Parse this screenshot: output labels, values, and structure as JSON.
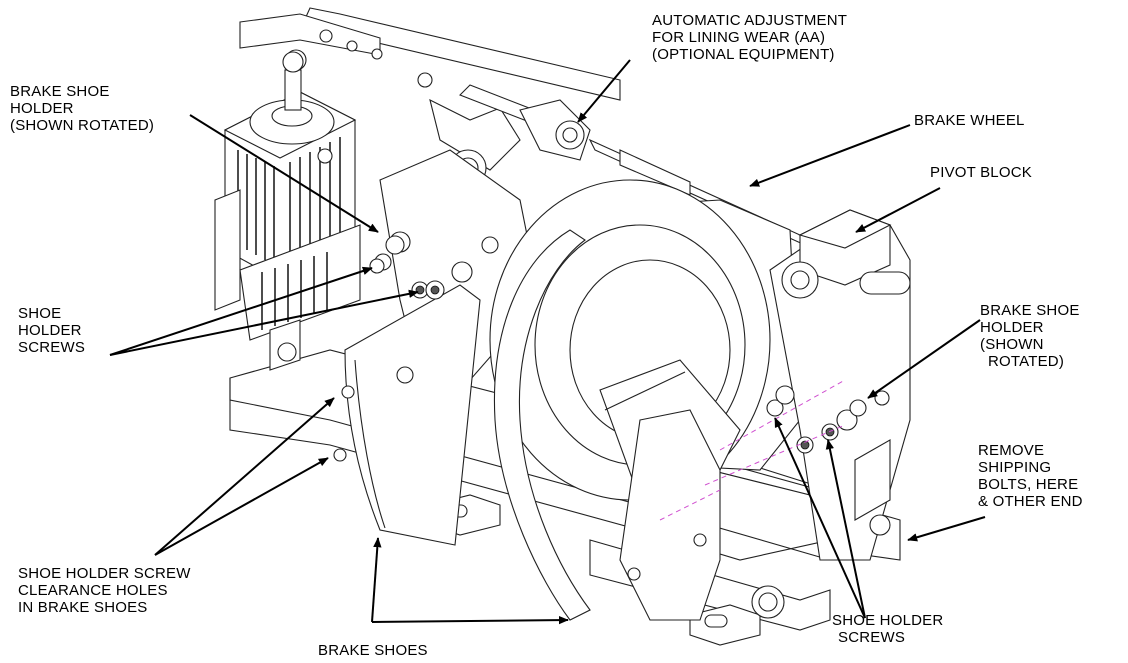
{
  "labels": {
    "automatic_adjustment": [
      "AUTOMATIC ADJUSTMENT",
      "FOR LINING WEAR (AA)",
      "(OPTIONAL EQUIPMENT)"
    ],
    "brake_shoe_holder_left": [
      "BRAKE SHOE",
      "HOLDER",
      "(SHOWN ROTATED)"
    ],
    "brake_wheel": [
      "BRAKE WHEEL"
    ],
    "pivot_block": [
      "PIVOT BLOCK"
    ],
    "shoe_holder_screws_left": [
      "SHOE",
      "HOLDER",
      "SCREWS"
    ],
    "brake_shoe_holder_right": [
      "BRAKE SHOE",
      "HOLDER",
      "(SHOWN",
      "ROTATED)"
    ],
    "remove_shipping_bolts": [
      "REMOVE",
      "SHIPPING",
      "BOLTS, HERE",
      "& OTHER END"
    ],
    "clearance_holes": [
      "SHOE HOLDER SCREW",
      "CLEARANCE HOLES",
      "IN BRAKE SHOES"
    ],
    "brake_shoes": [
      "BRAKE SHOES"
    ],
    "shoe_holder_screws_right": [
      "SHOE HOLDER",
      "SCREWS"
    ]
  },
  "colors": {
    "ink": "#000000",
    "centerline": "#d050d0"
  }
}
